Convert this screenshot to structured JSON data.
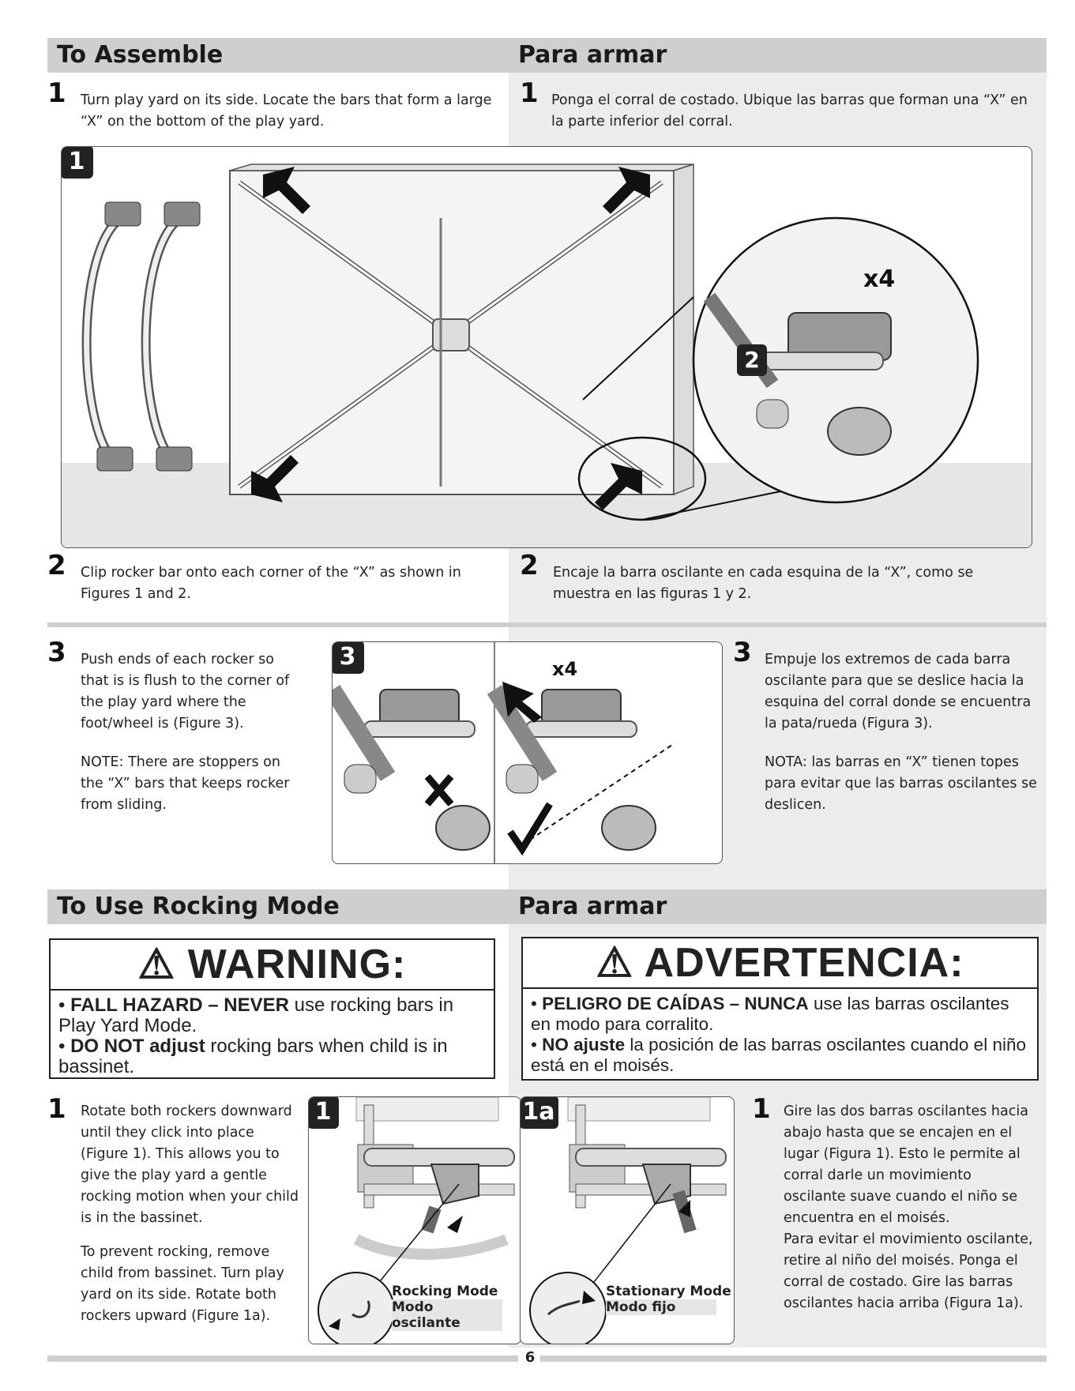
{
  "assemble": {
    "title_en": "To Assemble",
    "title_es": "Para armar",
    "step1": {
      "num": "1",
      "en": "Turn play yard on its side. Locate the bars that form a large “X” on the bottom of the play yard.",
      "es": "Ponga el corral de costado. Ubique las barras que forman una “X” en la parte inferior del corral."
    },
    "fig1": {
      "badge": "1",
      "badge2": "2",
      "count": "x4"
    },
    "step2": {
      "num": "2",
      "en": "Clip rocker bar onto each corner of the “X” as shown in Figures 1 and 2.",
      "es": "Encaje la barra oscilante en cada esquina de la “X”, como se muestra en las figuras 1 y 2."
    },
    "step3": {
      "num": "3",
      "en": "Push ends of each rocker so that is is flush to the corner of the play yard where the foot/wheel is (Figure 3).",
      "en_note": "NOTE: There are stoppers on the “X” bars that keeps rocker from sliding.",
      "es": "Empuje los extremos de cada barra oscilante para que se deslice hacia la esquina del corral donde se encuentra la pata/rueda (Figura 3).",
      "es_note": "NOTA: las barras en “X” tienen topes para evitar que las barras oscilantes se deslicen."
    },
    "fig3": {
      "badge": "3",
      "count": "x4"
    }
  },
  "rocking": {
    "title_en": "To Use Rocking Mode",
    "title_es": "Para armar",
    "warning_en": {
      "title": "WARNING:",
      "b1_bold": "FALL HAZARD – NEVER",
      "b1_rest": " use rocking bars in Play Yard Mode.",
      "b2_bold": "DO NOT adjust",
      "b2_rest": " rocking bars when child is in bassinet."
    },
    "warning_es": {
      "title": "ADVERTENCIA:",
      "b1_bold": "PELIGRO DE CAÍDAS – NUNCA",
      "b1_rest": " use las barras oscilantes en modo para corralito.",
      "b2_bold": "NO ajuste",
      "b2_rest": " la posición de las barras oscilantes cuando el niño está en el moisés."
    },
    "step1": {
      "num": "1",
      "en_p1": "Rotate both rockers downward until they click into place (Figure 1). This allows you to give the play yard a gentle rocking motion when your child is in the bassinet.",
      "en_p2": "To prevent rocking, remove child from bassinet. Turn play yard on its side. Rotate both rockers upward (Figure 1a).",
      "es_p1": "Gire las dos barras oscilantes hacia abajo hasta que se encajen en el lugar (Figura 1). Esto le permite al corral darle un movimiento oscilante suave cuando el niño se encuentra en el moisés.",
      "es_p2": "Para evitar el movimiento oscilante, retire al niño del moisés. Ponga el corral de costado. Gire las barras oscilantes hacia arriba (Figura 1a)."
    },
    "figA": {
      "badge": "1",
      "mode_en": "Rocking Mode",
      "mode_es": "Modo oscilante"
    },
    "figB": {
      "badge": "1a",
      "mode_en": "Stationary Mode",
      "mode_es": "Modo fijo"
    }
  },
  "footer": {
    "page": "6"
  }
}
